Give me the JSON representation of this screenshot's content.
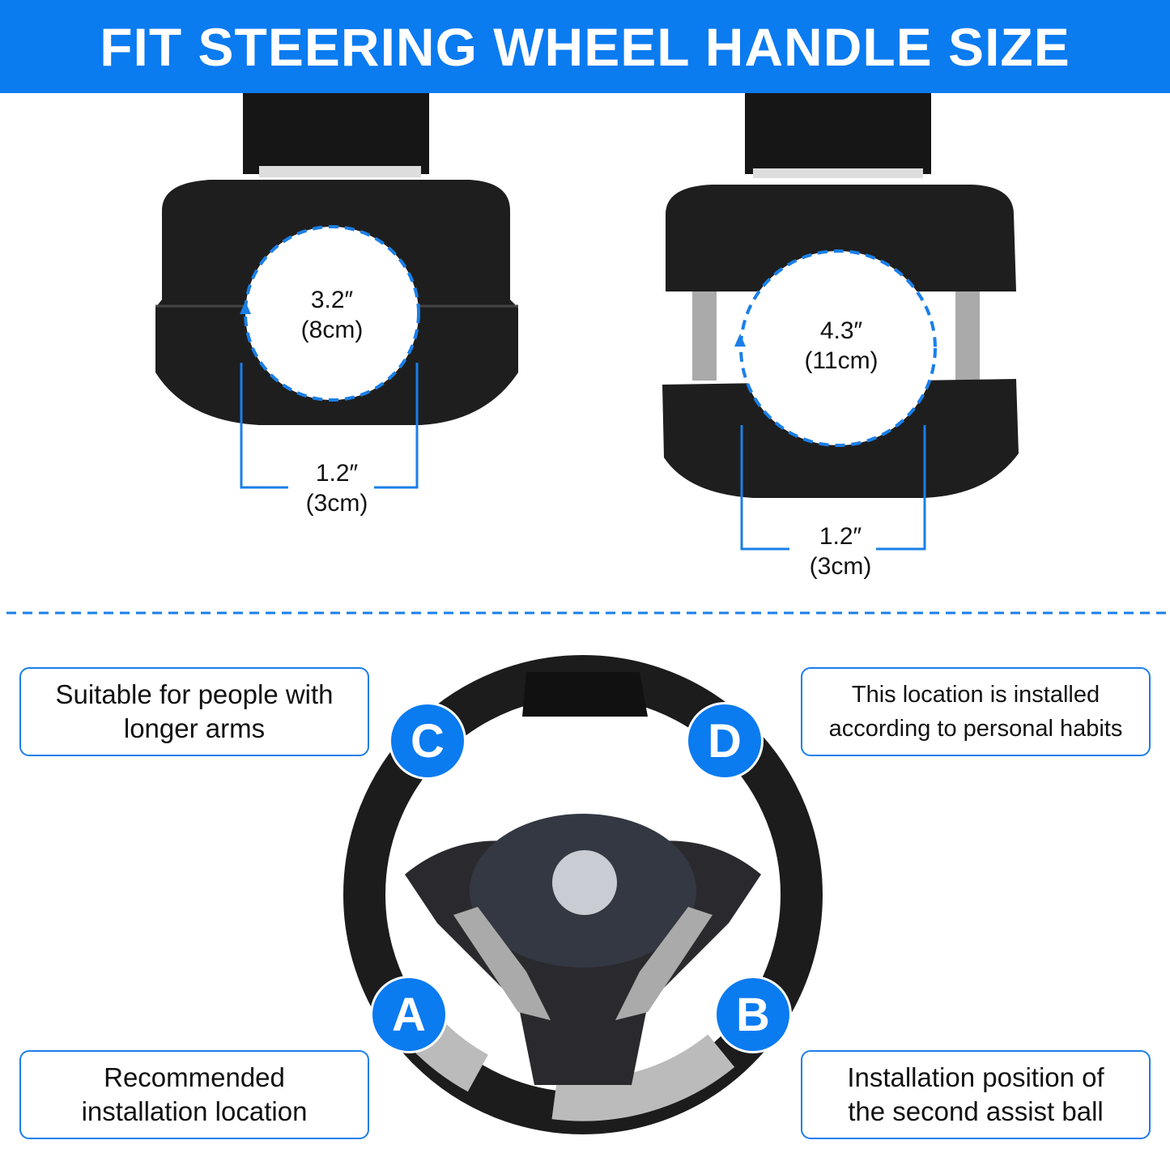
{
  "header": {
    "title": "FIT STEERING WHEEL HANDLE SIZE"
  },
  "clamp_small": {
    "diameter": "3.2″",
    "diameter_cm": "(8cm)",
    "width": "1.2″",
    "width_cm": "(3cm)"
  },
  "clamp_large": {
    "diameter": "4.3″",
    "diameter_cm": "(11cm)",
    "width": "1.2″",
    "width_cm": "(3cm)"
  },
  "positions": {
    "C": {
      "label": "C",
      "text": "Suitable for people with longer arms"
    },
    "D": {
      "label": "D",
      "text": "This location is installed according to personal habits"
    },
    "A": {
      "label": "A",
      "text": "Recommended installation location"
    },
    "B": {
      "label": "B",
      "text": "Installation position of the second assist ball"
    }
  },
  "colors": {
    "accent": "#0b7bf0",
    "product": "#1c1c1c"
  }
}
